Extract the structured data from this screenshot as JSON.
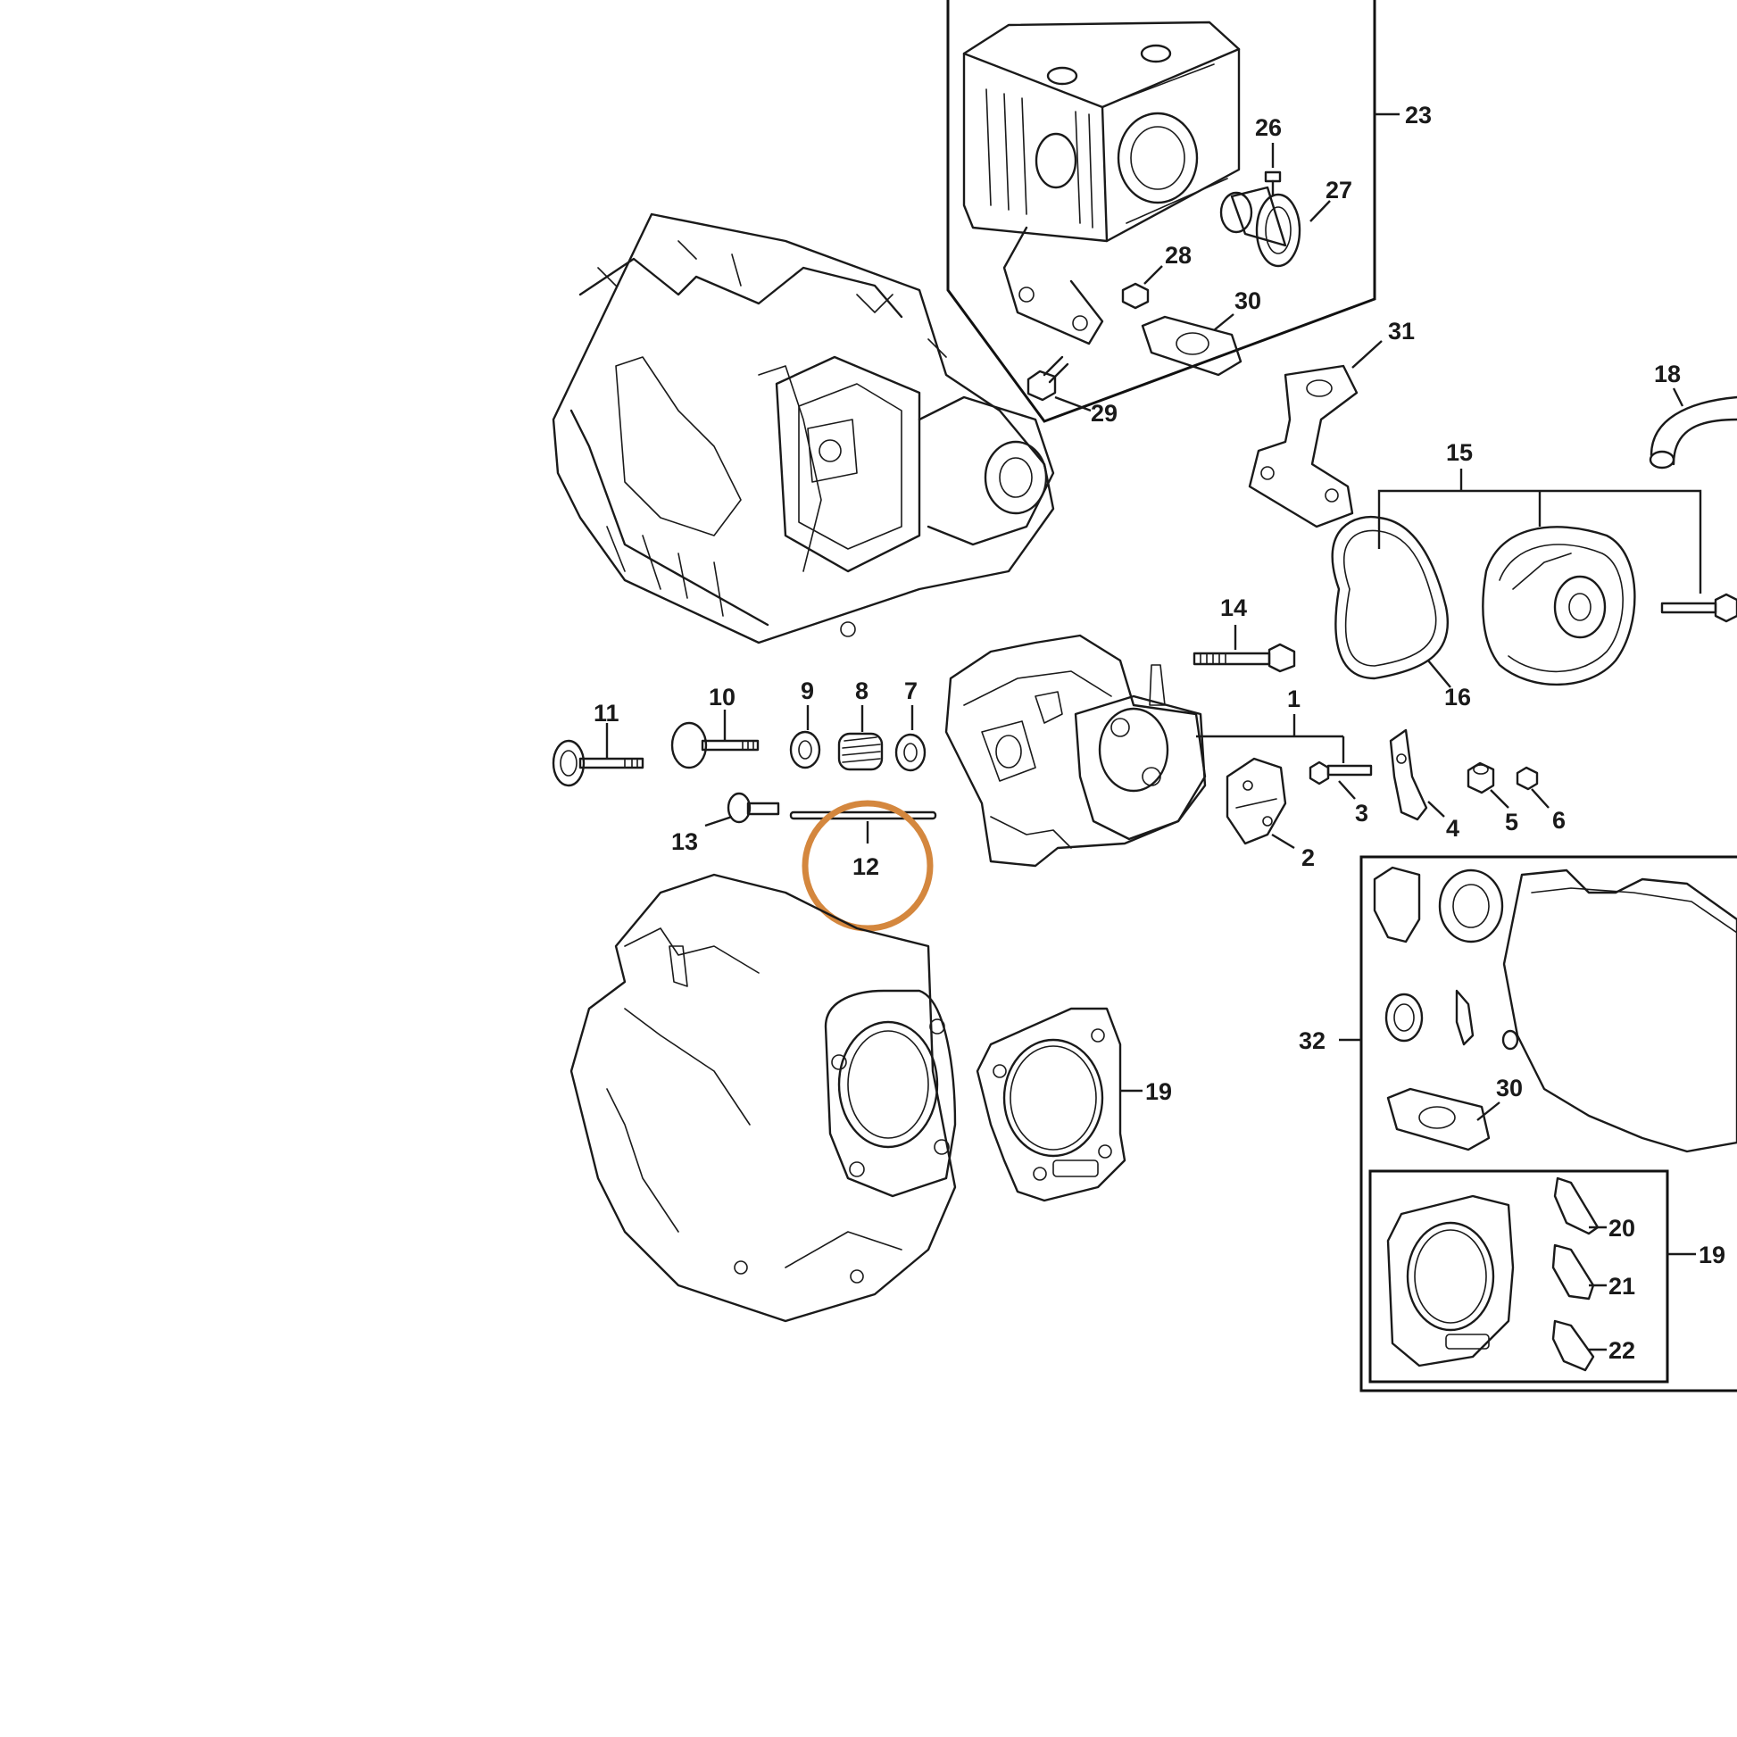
{
  "labels": {
    "p1": "1",
    "p2": "2",
    "p3": "3",
    "p4": "4",
    "p5": "5",
    "p6": "6",
    "p7": "7",
    "p8": "8",
    "p9": "9",
    "p10": "10",
    "p11": "11",
    "p12": "12",
    "p13": "13",
    "p14": "14",
    "p15": "15",
    "p16": "16",
    "p18": "18",
    "p19a": "19",
    "p19b": "19",
    "p20": "20",
    "p21": "21",
    "p22": "22",
    "p23": "23",
    "p26": "26",
    "p27": "27",
    "p28": "28",
    "p29": "29",
    "p30a": "30",
    "p30b": "30",
    "p31": "31",
    "p32": "32"
  },
  "highlight": {
    "part": "12",
    "color": "#d4873e"
  }
}
